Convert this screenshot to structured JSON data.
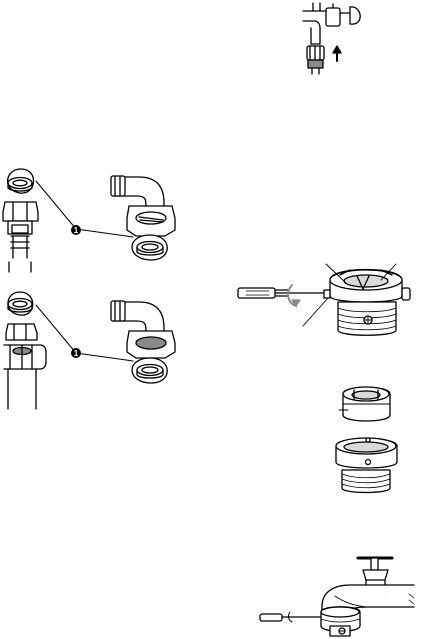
{
  "figures": {
    "faucet_top": {
      "arrow_direction": "up"
    },
    "inlet_hose_fitting": {
      "callout": "1"
    },
    "outlet_fitting": {
      "callout": "1"
    },
    "adapter_screwdriver": {
      "arrow_direction": "down"
    },
    "faucet_bottom": {}
  },
  "colors": {
    "line": "#000000",
    "fill": "#ffffff",
    "shade": "#8a8a8a",
    "light_shade": "#d9d9d9"
  }
}
